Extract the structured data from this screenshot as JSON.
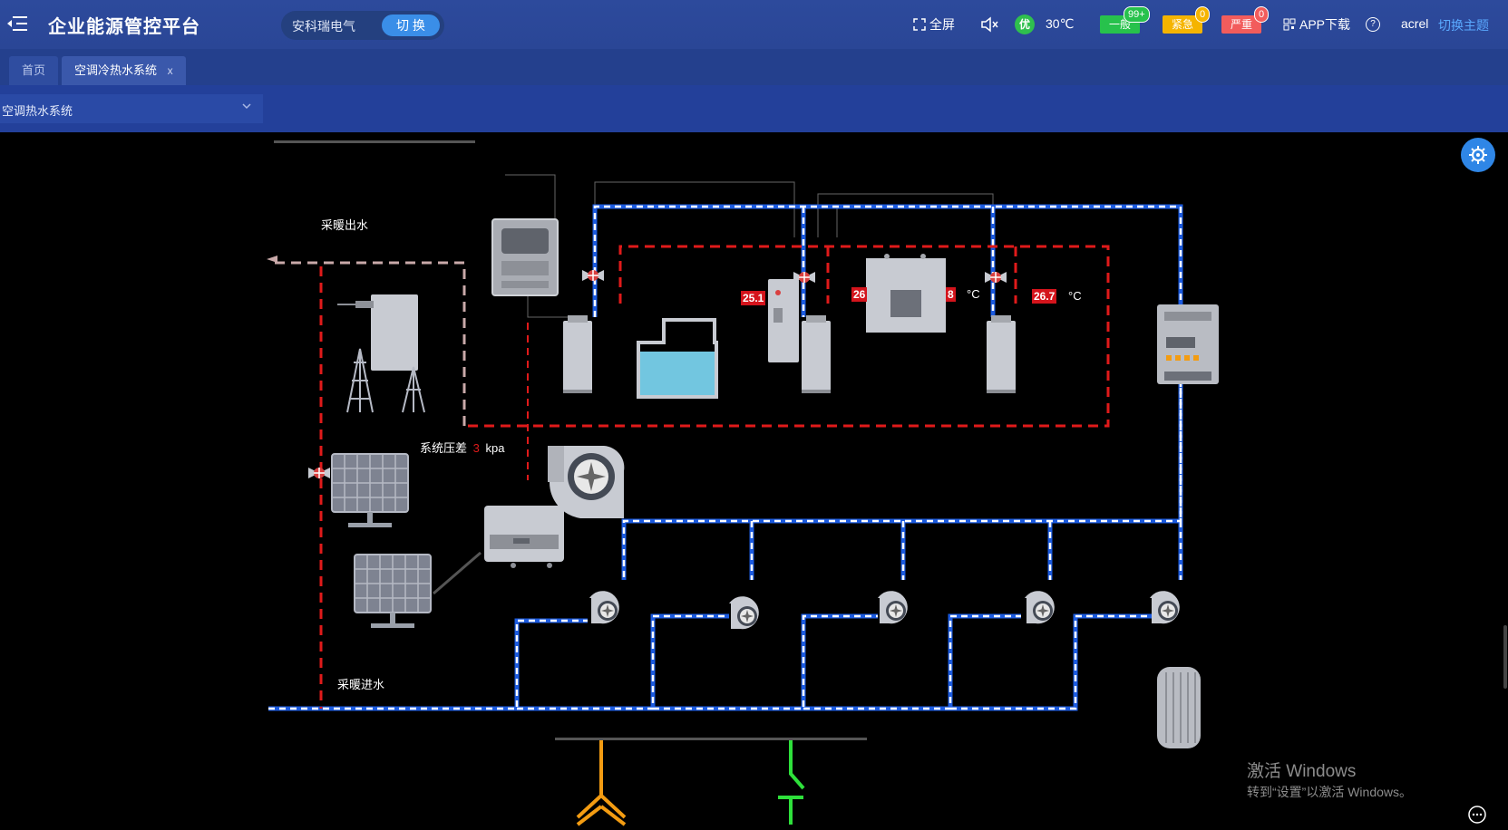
{
  "header": {
    "app_title": "企业能源管控平台",
    "org_name": "安科瑞电气",
    "switch_label": "切 换",
    "fullscreen_label": "全屏",
    "aqi": "优",
    "temperature": "30℃",
    "alarms": [
      {
        "label": "一般",
        "count": "99+",
        "color": "#27c24c"
      },
      {
        "label": "紧急",
        "count": "0",
        "color": "#f5b400"
      },
      {
        "label": "严重",
        "count": "0",
        "color": "#f25c5c"
      }
    ],
    "app_download": "APP下载",
    "help": "?",
    "user": "acrel",
    "theme_switch": "切换主题"
  },
  "tabs": [
    {
      "label": "首页",
      "active": false
    },
    {
      "label": "空调冷热水系统",
      "active": true,
      "close": "x"
    }
  ],
  "system_selector": {
    "value": "空调热水系统"
  },
  "diagram": {
    "heating_out": "采暖出水",
    "heating_in": "采暖进水",
    "pressure_label": "系统压差",
    "pressure_value": "3",
    "pressure_unit": "kpa",
    "readings": [
      "25.1",
      "26",
      "8",
      "26.7"
    ],
    "temp_unit": "°C"
  },
  "watermark": {
    "line1": "激活 Windows",
    "line2": "转到“设置”以激活 Windows。"
  },
  "colors": {
    "supply_blue": "#1c5be0",
    "heat_red": "#e01a1a",
    "return_pink": "#c9a9a9",
    "accent": "#3a8ee8"
  }
}
